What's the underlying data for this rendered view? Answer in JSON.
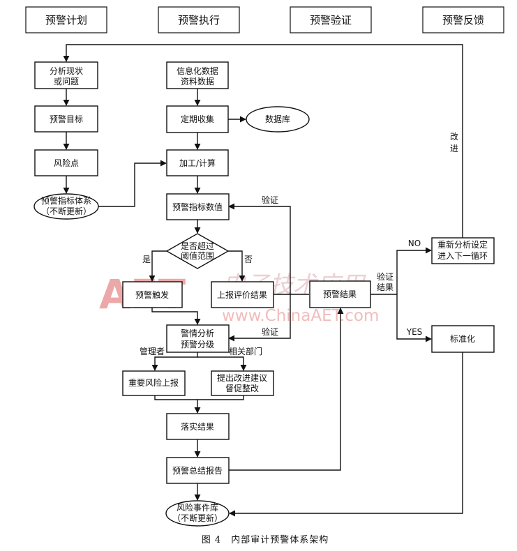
{
  "headers": {
    "plan": "预警计划",
    "execute": "预警执行",
    "verify": "预警验证",
    "feedback": "预警反馈"
  },
  "col1": {
    "analyze_line1": "分析现状",
    "analyze_line2": "或问题",
    "target": "预警目标",
    "risk_point": "风险点",
    "index_system_line1": "预警指标体系",
    "index_system_line2": "（不断更新）"
  },
  "col2": {
    "info_line1": "信息化数据",
    "info_line2": "资料数据",
    "collect": "定期收集",
    "database": "数据库",
    "process": "加工/计算",
    "index_value": "预警指标数值",
    "decision_line1": "是否超过",
    "decision_line2": "阈值范围",
    "yes": "是",
    "no": "否",
    "trigger": "预警触发",
    "report_eval": "上报评价结果",
    "analysis_line1": "警情分析",
    "analysis_line2": "预警分级",
    "manager": "管理者",
    "related_dept": "相关部门",
    "major_risk": "重要风险上报",
    "suggest_line1": "提出改进建议",
    "suggest_line2": "督促整改",
    "implement": "落实结果",
    "summary": "预警总结报告",
    "risk_db_line1": "风险事件库",
    "risk_db_line2": "（不断更新）"
  },
  "col3": {
    "verify_top": "验证",
    "verify_mid": "验证",
    "result": "预警结果",
    "verify_result_line1": "验证",
    "verify_result_line2": "结果"
  },
  "col4": {
    "NO": "NO",
    "YES": "YES",
    "reanalyze_line1": "重新分析设定",
    "reanalyze_line2": "进入下一循环",
    "standardize": "标准化",
    "improve_1": "改",
    "improve_2": "进"
  },
  "watermark": {
    "brand": "AET",
    "site": "www.ChinaAET.com",
    "cn": "电子技术应用"
  },
  "caption": "图 4　内部审计预警体系架构"
}
